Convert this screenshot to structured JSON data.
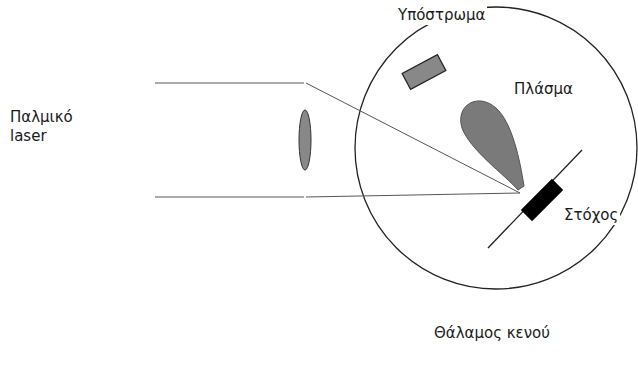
{
  "diagram": {
    "labels": [
      "Υπόστρωμα",
      "Πλάσμα",
      "Παλμικό laser",
      "Στόχος",
      "Θάλαμος κενού"
    ]
  }
}
